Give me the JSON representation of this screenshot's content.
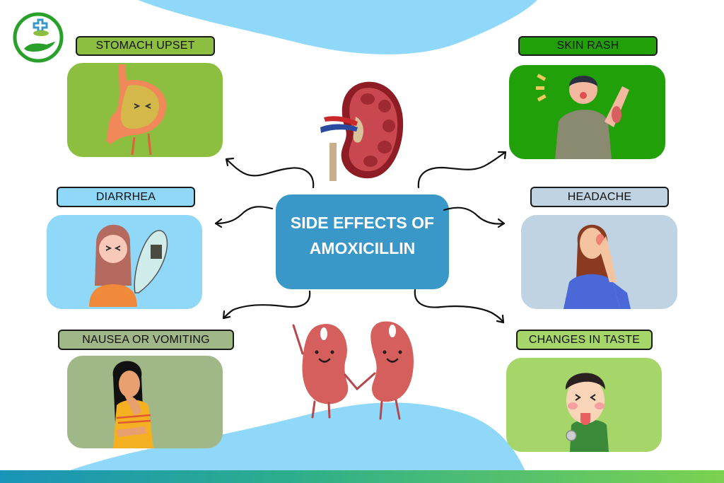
{
  "title": {
    "line1": "SIDE EFFECTS OF",
    "line2": "AMOXICILLIN"
  },
  "logo": {
    "icon": "medical-hand-cross-icon"
  },
  "side_effects": [
    {
      "id": "stomach-upset",
      "label": "STOMACH UPSET",
      "label_color": "#8cbf3f",
      "panel_color": "#8cbf3f",
      "illustration": "stomach-icon"
    },
    {
      "id": "skin-rash",
      "label": "SKIN RASH",
      "label_color": "#22a00a",
      "panel_color": "#22a00a",
      "illustration": "skin-rash-person-icon"
    },
    {
      "id": "diarrhea",
      "label": "DIARRHEA",
      "label_color": "#8fd8f8",
      "panel_color": "#8fd8f8",
      "illustration": "diarrhea-person-icon"
    },
    {
      "id": "headache",
      "label": "HEADACHE",
      "label_color": "#c0d3e2",
      "panel_color": "#c0d3e2",
      "illustration": "headache-person-icon"
    },
    {
      "id": "nausea",
      "label": "NAUSEA OR VOMITING",
      "label_color": "#a0b888",
      "panel_color": "#a0b888",
      "illustration": "nausea-person-icon"
    },
    {
      "id": "taste",
      "label": "CHANGES IN TASTE",
      "label_color": "#a6d66a",
      "panel_color": "#a6d66a",
      "illustration": "taste-person-icon"
    }
  ],
  "decorations": {
    "top_kidney": "anatomical-kidney-icon",
    "bottom_kidneys": "cartoon-kidneys-icon"
  },
  "colors": {
    "center_box": "#3a98c9",
    "blob": "#90d8fa",
    "footer_gradient_start": "#1a93b8",
    "footer_gradient_end": "#7cd24f"
  }
}
